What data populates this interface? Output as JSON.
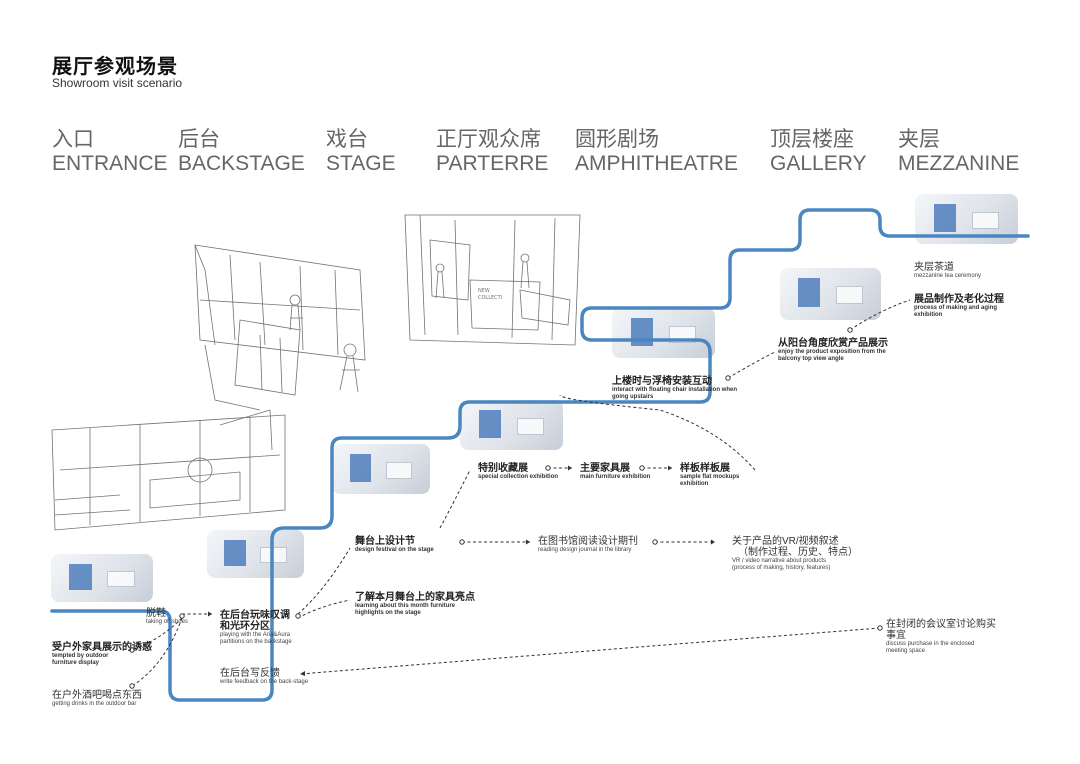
{
  "header": {
    "title_cn": "展厅参观场景",
    "title_en": "Showroom visit scenario"
  },
  "stages": [
    {
      "cn": "入口",
      "en": "ENTRANCE"
    },
    {
      "cn": "后台",
      "en": "BACKSTAGE"
    },
    {
      "cn": "戏台",
      "en": "STAGE"
    },
    {
      "cn": "正厅观众席",
      "en": "PARTERRE"
    },
    {
      "cn": "圆形剧场",
      "en": "AMPHITHEATRE"
    },
    {
      "cn": "顶层楼座",
      "en": "GALLERY"
    },
    {
      "cn": "夹层",
      "en": "MEZZANINE"
    }
  ],
  "labels": {
    "remove_shoes": {
      "cn": "脱鞋",
      "en": "taking off shoes"
    },
    "outdoor_display": {
      "cn": "受户外家具展示的诱惑",
      "en": "tempted by outdoor furniture display"
    },
    "outdoor_bar": {
      "cn": "在户外酒吧喝点东西",
      "en": "getting drinks in the outdoor bar"
    },
    "backstage_play": {
      "cn": "在后台玩味叹调和光环分区",
      "en": "playing with the Aria&Aura partitions on the backstage"
    },
    "backstage_feedback": {
      "cn": "在后台写反馈",
      "en": "write feedback on the back-stage"
    },
    "design_festival": {
      "cn": "舞台上设计节",
      "en": "design festival on the stage"
    },
    "learn_highlights": {
      "cn": "了解本月舞台上的家具亮点",
      "en": "learning about this month furniture highlights on the stage"
    },
    "read_journal": {
      "cn": "在图书馆阅读设计期刊",
      "en": "reading design journal in the library"
    },
    "vr_narrative": {
      "cn": "关于产品的VR/视频叙述",
      "cn2": "（制作过程、历史、特点）",
      "en": "VR / video narrative about products",
      "en2": "(process of making, history, features)"
    },
    "special_collection": {
      "cn": "特别收藏展",
      "en": "special collection exhibition"
    },
    "main_furniture": {
      "cn": "主要家具展",
      "en": "main furniture exhibition"
    },
    "sample_flat": {
      "cn": "样板样板展",
      "en": "sample flat mockups exhibition"
    },
    "floating_chair": {
      "cn": "上楼时与浮椅安装互动",
      "en": "interact with floating chair installation when going upstairs"
    },
    "balcony_view": {
      "cn": "从阳台角度欣赏产品展示",
      "en": "enjoy the product exposition from the balcony top view angle"
    },
    "making_aging": {
      "cn": "展品制作及老化过程",
      "en": "process of making and aging exhibition"
    },
    "tea_ceremony": {
      "cn": "夹层茶道",
      "en": "mezzanine tea ceremony"
    },
    "meeting_room": {
      "cn": "在封闭的会议室讨论购买事宜",
      "en": "discuss purchase in the enclosed meeting space"
    }
  },
  "colors": {
    "path": "#4a86c0",
    "dashed": "#333333",
    "stage_text": "#666666"
  }
}
